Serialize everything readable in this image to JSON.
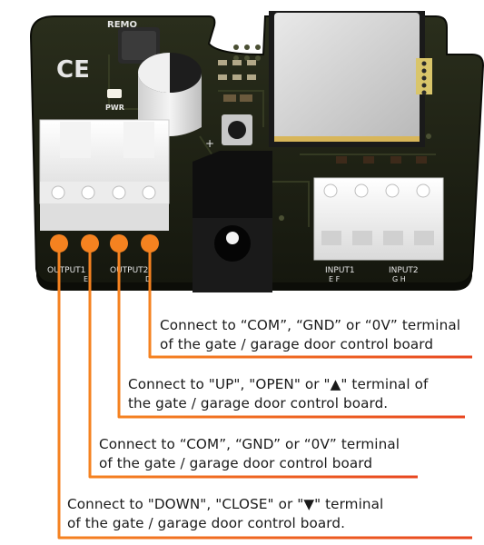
{
  "board": {
    "silkscreen_top": "REMO",
    "ce_mark": "CE",
    "pwr_label": "PWR",
    "plus_label": "+",
    "output1_label": "OUTPUT1",
    "output1_pins": "E",
    "output2_label": "OUTPUT2",
    "output2_pins": "D",
    "input1_label": "INPUT1",
    "input1_pins": "E F",
    "input2_label": "INPUT2",
    "input2_pins": "G H"
  },
  "callouts": [
    {
      "line1": "Connect to “COM”, “GND” or “0V” terminal",
      "line2": "of the gate / garage door control board"
    },
    {
      "line1": "Connect to \"UP\", \"OPEN\" or \"▲\" terminal of",
      "line2": "the gate / garage door control board."
    },
    {
      "line1": "Connect to “COM”, “GND” or “0V” terminal",
      "line2": "of the gate / garage door control board"
    },
    {
      "line1": "Connect to \"DOWN\", \"CLOSE\" or \"▼\" terminal",
      "line2": "of the gate / garage door control board."
    }
  ],
  "colors": {
    "dot_orange": "#f58220",
    "line_orange": "#ef6a1e",
    "line_red": "#e8461f",
    "pcb": "#1f2314",
    "silkscreen": "#e6e6e6"
  }
}
